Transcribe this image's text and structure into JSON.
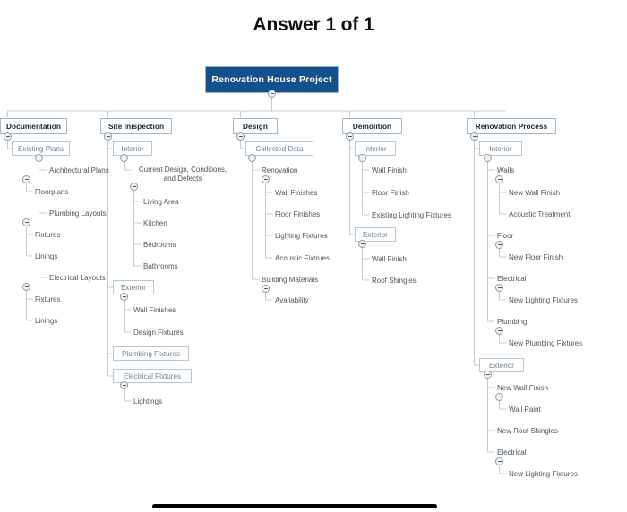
{
  "page": {
    "title": "Answer 1 of 1"
  },
  "diagram": {
    "type": "work-breakdown-structure",
    "root": {
      "label": "Renovation House Project"
    },
    "branches": [
      {
        "label": "Documentation",
        "children": [
          {
            "label": "Existing Plans",
            "children": [
              {
                "label": "Architectural Plans",
                "children": [
                  {
                    "label": "Floorplans"
                  }
                ]
              },
              {
                "label": "Plumbing Layouts",
                "children": [
                  {
                    "label": "Fixtures"
                  },
                  {
                    "label": "Linings"
                  }
                ]
              },
              {
                "label": "Electrical Layouts",
                "children": [
                  {
                    "label": "Fixtures"
                  },
                  {
                    "label": "Linings"
                  }
                ]
              }
            ]
          }
        ]
      },
      {
        "label": "Site Inispection",
        "children": [
          {
            "label": "Interior",
            "children": [
              {
                "label": "Current Design, Conditions, and Defects",
                "children": [
                  {
                    "label": "Living Area"
                  },
                  {
                    "label": "Kitchen"
                  },
                  {
                    "label": "Bedrooms"
                  },
                  {
                    "label": "Bathrooms"
                  }
                ]
              }
            ]
          },
          {
            "label": "Exterior",
            "children": [
              {
                "label": "Wall Finishes"
              },
              {
                "label": "Design Fixtures"
              }
            ]
          },
          {
            "label": "Plumbing Fixtures"
          },
          {
            "label": "Electrical Fixtures",
            "children": [
              {
                "label": "Lightings"
              }
            ]
          }
        ]
      },
      {
        "label": "Design",
        "children": [
          {
            "label": "Collected Data",
            "children": [
              {
                "label": "Renovation",
                "children": [
                  {
                    "label": "Wall Finishes"
                  },
                  {
                    "label": "Floor Finishes"
                  },
                  {
                    "label": "Lighting Fixtures"
                  },
                  {
                    "label": "Acoustic Fixtrues"
                  }
                ]
              },
              {
                "label": "Building Materials",
                "children": [
                  {
                    "label": "Availability"
                  }
                ]
              }
            ]
          }
        ]
      },
      {
        "label": "Demolition",
        "children": [
          {
            "label": "Interior",
            "children": [
              {
                "label": "Wall Finish"
              },
              {
                "label": "Floor Finish"
              },
              {
                "label": "Existing Lighting Fixtures"
              }
            ]
          },
          {
            "label": "Exterior",
            "children": [
              {
                "label": "Wall Finish"
              },
              {
                "label": "Roof Shingles"
              }
            ]
          }
        ]
      },
      {
        "label": "Renovation Process",
        "children": [
          {
            "label": "Interior",
            "children": [
              {
                "label": "Walls",
                "children": [
                  {
                    "label": "New Wall Finish"
                  },
                  {
                    "label": "Acoustic Treatment"
                  }
                ]
              },
              {
                "label": "Floor",
                "children": [
                  {
                    "label": "New Floor Finish"
                  }
                ]
              },
              {
                "label": "Electrical",
                "children": [
                  {
                    "label": "New Lighting Fixtures"
                  }
                ]
              },
              {
                "label": "Plumbing",
                "children": [
                  {
                    "label": "New Plumbing Fixtures"
                  }
                ]
              }
            ]
          },
          {
            "label": "Exterior",
            "children": [
              {
                "label": "New Wall Finish",
                "children": [
                  {
                    "label": "Wall Paint"
                  }
                ]
              },
              {
                "label": "New Roof Shingles"
              },
              {
                "label": "Electrical",
                "children": [
                  {
                    "label": "New Lighting Fixtures"
                  }
                ]
              }
            ]
          }
        ]
      }
    ]
  },
  "colors": {
    "root_fill": "#14508c",
    "root_border": "#8fb4d4",
    "box_border": "#9cb9cf",
    "connector": "#c3ccd3",
    "leaf_text": "#4a565f",
    "scrollbar_thumb": "#000000"
  },
  "scrollbar": {
    "orientation": "horizontal",
    "label": "horizontal-scrollbar"
  },
  "icons": {
    "toggle": "collapse-minus-icon"
  }
}
